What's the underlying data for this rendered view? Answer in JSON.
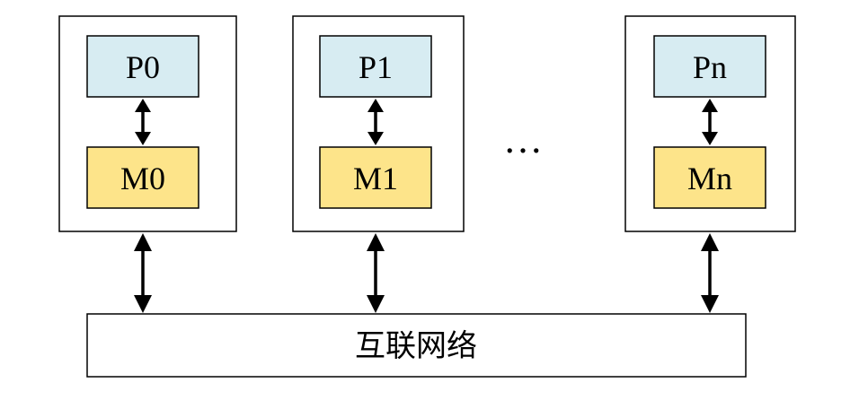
{
  "colors": {
    "processor_fill": "#d7ecf2",
    "memory_fill": "#fde48a",
    "stroke": "#000000",
    "background": "#ffffff"
  },
  "nodes": [
    {
      "processor": "P0",
      "memory": "M0"
    },
    {
      "processor": "P1",
      "memory": "M1"
    },
    {
      "processor": "Pn",
      "memory": "Mn"
    }
  ],
  "ellipsis": "…",
  "network": {
    "label": "互联网络"
  }
}
